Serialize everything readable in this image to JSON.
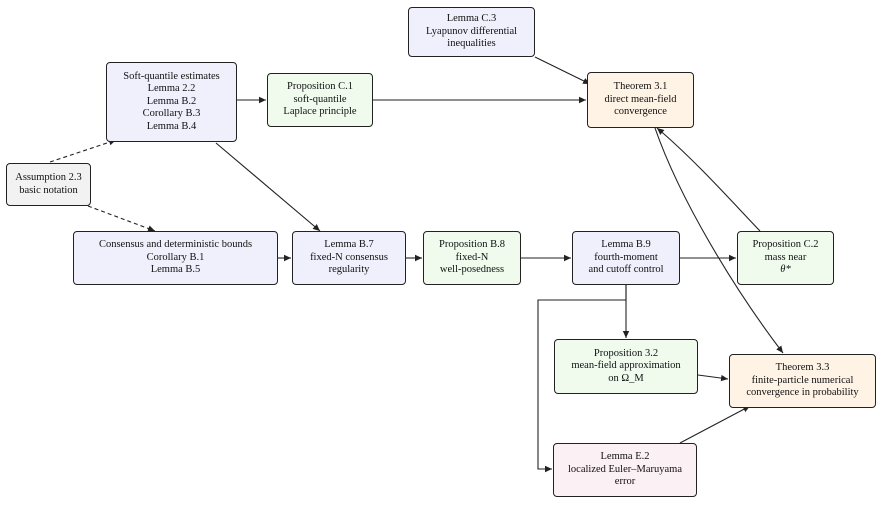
{
  "colors": {
    "blue": "#f0f0fc",
    "green": "#f0fbee",
    "orange": "#fff3e6",
    "pink": "#fbf0f4",
    "gray": "#f2f2f2",
    "stroke": "#222222"
  },
  "nodes": {
    "lemma_c3": {
      "lines": [
        "Lemma C.3",
        "Lyapunov differential",
        "inequalities"
      ]
    },
    "soft_quantile": {
      "lines": [
        "Soft-quantile estimates",
        "Lemma 2.2",
        "Lemma B.2",
        "Corollary B.3",
        "Lemma B.4"
      ]
    },
    "prop_c1": {
      "lines": [
        "Proposition C.1",
        "soft-quantile",
        "Laplace principle"
      ]
    },
    "thm_31": {
      "lines": [
        "Theorem 3.1",
        "direct mean-field",
        "convergence"
      ]
    },
    "assumption_23": {
      "lines": [
        "Assumption 2.3",
        "basic notation"
      ]
    },
    "consensus": {
      "lines": [
        "Consensus and deterministic bounds",
        "Corollary B.1",
        "Lemma B.5"
      ]
    },
    "lemma_b7": {
      "lines": [
        "Lemma B.7",
        "fixed-N consensus",
        "regularity"
      ]
    },
    "prop_b8": {
      "lines": [
        "Proposition B.8",
        "fixed-N",
        "well-posedness"
      ]
    },
    "lemma_b9": {
      "lines": [
        "Lemma B.9",
        "fourth-moment",
        "and cutoff control"
      ]
    },
    "prop_c2": {
      "lines": [
        "Proposition C.2",
        "mass near",
        "θ*"
      ]
    },
    "prop_32": {
      "lines": [
        "Proposition 3.2",
        "mean-field approximation",
        "on Ω_M"
      ]
    },
    "thm_33": {
      "lines": [
        "Theorem 3.3",
        "finite-particle numerical",
        "convergence in probability"
      ]
    },
    "lemma_e2": {
      "lines": [
        "Lemma E.2",
        "localized Euler–Maruyama",
        "error"
      ]
    }
  }
}
